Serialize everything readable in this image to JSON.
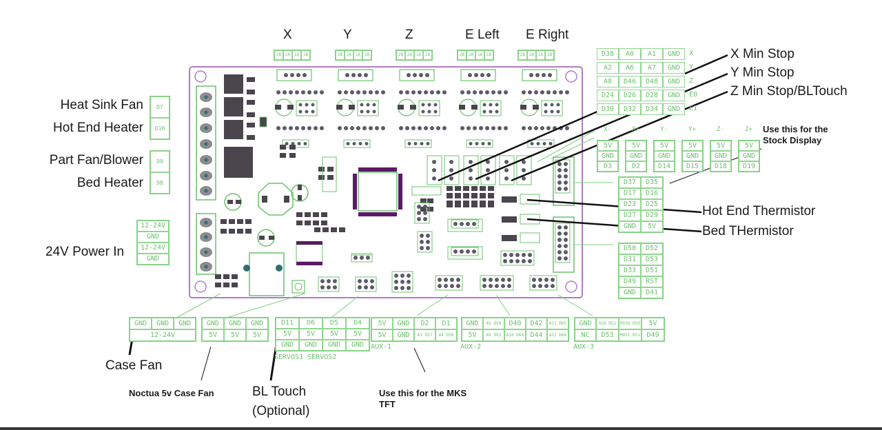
{
  "title": "RAMPS 1.4 Wiring Diagram",
  "stepper_labels": [
    "X",
    "Y",
    "Z",
    "E Left",
    "E Right"
  ],
  "stepper_pins": [
    "2B",
    "2A",
    "1A",
    "1B"
  ],
  "endstop_grid": {
    "rows": [
      [
        "D38",
        "A0",
        "A1",
        "GND"
      ],
      [
        "A2",
        "A6",
        "A7",
        "GND"
      ],
      [
        "A8",
        "D46",
        "D48",
        "GND"
      ],
      [
        "D24",
        "D26",
        "D28",
        "GND"
      ],
      [
        "D30",
        "D32",
        "D34",
        "GND"
      ]
    ],
    "axis_labels": [
      "X",
      "Y",
      "Z",
      "E0",
      "E1"
    ]
  },
  "endstop_columns": {
    "headers": [
      "X-",
      "X+",
      "Y-",
      "Y+",
      "Z-",
      "Z+"
    ],
    "rows": [
      [
        "5V",
        "5V",
        "5V",
        "5V",
        "5V",
        "5V"
      ],
      [
        "GND",
        "GND",
        "GND",
        "GND",
        "GND",
        "GND"
      ],
      [
        "D3",
        "D2",
        "D14",
        "D15",
        "D18",
        "D19"
      ]
    ]
  },
  "aux4_top": [
    [
      "D37",
      "D35"
    ],
    [
      "D17",
      "D16"
    ],
    [
      "D23",
      "D25"
    ],
    [
      "D27",
      "D29"
    ],
    [
      "GND",
      "5V"
    ]
  ],
  "aux4_bottom": [
    [
      "D50",
      "D52"
    ],
    [
      "D31",
      "D53"
    ],
    [
      "D33",
      "D51"
    ],
    [
      "D49",
      "RST"
    ],
    [
      "GND",
      "D41"
    ]
  ],
  "mosfet_pins": [
    "D7",
    "D10",
    "D9",
    "D8"
  ],
  "power_pins": [
    "12-24V",
    "GND",
    "12-24V",
    "GND"
  ],
  "case_fan_pins": {
    "top": [
      "GND",
      "GND",
      "GND"
    ],
    "bottom": "12-24V"
  },
  "fan5v_pins": {
    "top": [
      "GND",
      "GND",
      "GND"
    ],
    "bottom": [
      "5V",
      "5V",
      "5V"
    ]
  },
  "servo_pins": {
    "rows": [
      [
        "D11",
        "D6",
        "D5",
        "D4"
      ],
      [
        "5V",
        "5V",
        "5V",
        "5V"
      ],
      [
        "GND",
        "GND",
        "GND",
        "GND"
      ]
    ],
    "labels": "SERVOS1  SERVOS2"
  },
  "aux1_pins": {
    "rows": [
      [
        "5V",
        "GND",
        "D2",
        "D1"
      ],
      [
        "5V",
        "GND",
        "A3 D57",
        "A4 D58"
      ]
    ],
    "label": "AUX-1"
  },
  "aux2_pins": {
    "rows": [
      [
        "GND",
        "A5 D59",
        "D40",
        "D42",
        "A11 D65"
      ],
      [
        "5V",
        "A9 D63",
        "A10 D64",
        "D44",
        "A12 D66"
      ]
    ],
    "label": "AUX-2"
  },
  "aux3_pins": {
    "rows": [
      [
        "GND",
        "SCK D52",
        "MISO D50",
        "5V"
      ],
      [
        "NC",
        "D53",
        "MOSI D51",
        "D49"
      ]
    ],
    "label": "AUX-3"
  },
  "annotations": {
    "heat_sink_fan": "Heat Sink Fan",
    "hot_end_heater": "Hot End Heater",
    "part_fan": "Part Fan/Blower",
    "bed_heater": "Bed Heater",
    "power_in": "24V Power In",
    "x_min": "X Min Stop",
    "y_min": "Y Min Stop",
    "z_min": "Z Min Stop/BLTouch",
    "stock_display": "Use this for the Stock Display",
    "hot_end_therm": "Hot End Thermistor",
    "bed_therm": "Bed THermistor",
    "case_fan": "Case Fan",
    "noctua": "Noctua 5v Case Fan",
    "bltouch_1": "BL Touch",
    "bltouch_2": "(Optional)",
    "mks_tft_1": "Use this for the MKS",
    "mks_tft_2": "TFT"
  },
  "colors": {
    "pin_green": "#6cc06c",
    "board_outline": "#b07cc6",
    "chip_purple": "#5a1a66",
    "component_gray": "#4a454d"
  }
}
